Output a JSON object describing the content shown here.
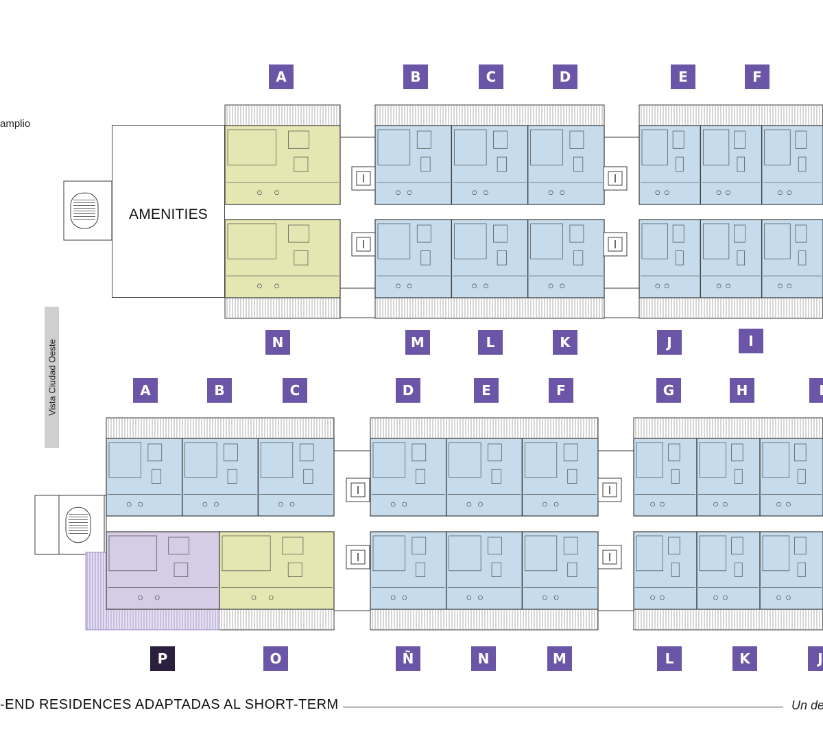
{
  "top_left_text": "amplio",
  "amenities_label": "AMENITIES",
  "side_label": "Vista Ciudad Oeste",
  "footer": {
    "left_text": "-END RESIDENCES ADAPTADAS AL SHORT-TERM",
    "right_text": "Un de"
  },
  "colors": {
    "label_purple": "#6a55a6",
    "label_dark": "#2a1f3d",
    "unit_blue": "#c6dcec",
    "unit_yellow": "#e6e6b3",
    "unit_lavender": "#d5cce6",
    "wall": "#3a3a3a",
    "stair": "#9a8fc6"
  },
  "upper_floor": {
    "top_labels": [
      "A",
      "B",
      "C",
      "D",
      "E",
      "F"
    ],
    "bottom_labels": [
      "N",
      "M",
      "L",
      "K",
      "J",
      "I"
    ]
  },
  "lower_floor": {
    "top_labels": [
      "A",
      "B",
      "C",
      "D",
      "E",
      "F",
      "G",
      "H",
      "I"
    ],
    "bottom_labels": [
      "P",
      "O",
      "Ñ",
      "N",
      "M",
      "L",
      "K",
      "J"
    ]
  }
}
